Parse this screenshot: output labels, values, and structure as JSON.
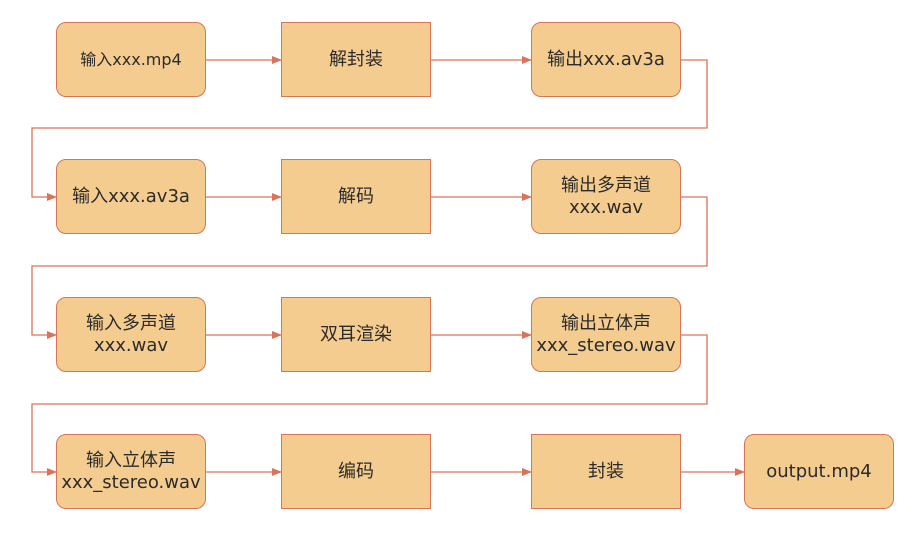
{
  "colors": {
    "box_fill": "#f4cc8f",
    "box_stroke": "#d9735a",
    "arrow": "#d9735a",
    "text": "#2b2b2b"
  },
  "nodes": {
    "r1_input": {
      "line1": "输入xxx.mp4"
    },
    "r1_demux": {
      "line1": "解封装"
    },
    "r1_output": {
      "line1": "输出xxx.av3a"
    },
    "r2_input": {
      "line1": "输入xxx.av3a"
    },
    "r2_decode": {
      "line1": "解码"
    },
    "r2_output": {
      "line1": "输出多声道",
      "line2": "xxx.wav"
    },
    "r3_input": {
      "line1": "输入多声道",
      "line2": "xxx.wav"
    },
    "r3_render": {
      "line1": "双耳渲染"
    },
    "r3_output": {
      "line1": "输出立体声",
      "line2": "xxx_stereo.wav"
    },
    "r4_input": {
      "line1": "输入立体声",
      "line2": "xxx_stereo.wav"
    },
    "r4_encode": {
      "line1": "编码"
    },
    "r4_mux": {
      "line1": "封装"
    },
    "r4_final": {
      "line1": "output.mp4"
    }
  }
}
